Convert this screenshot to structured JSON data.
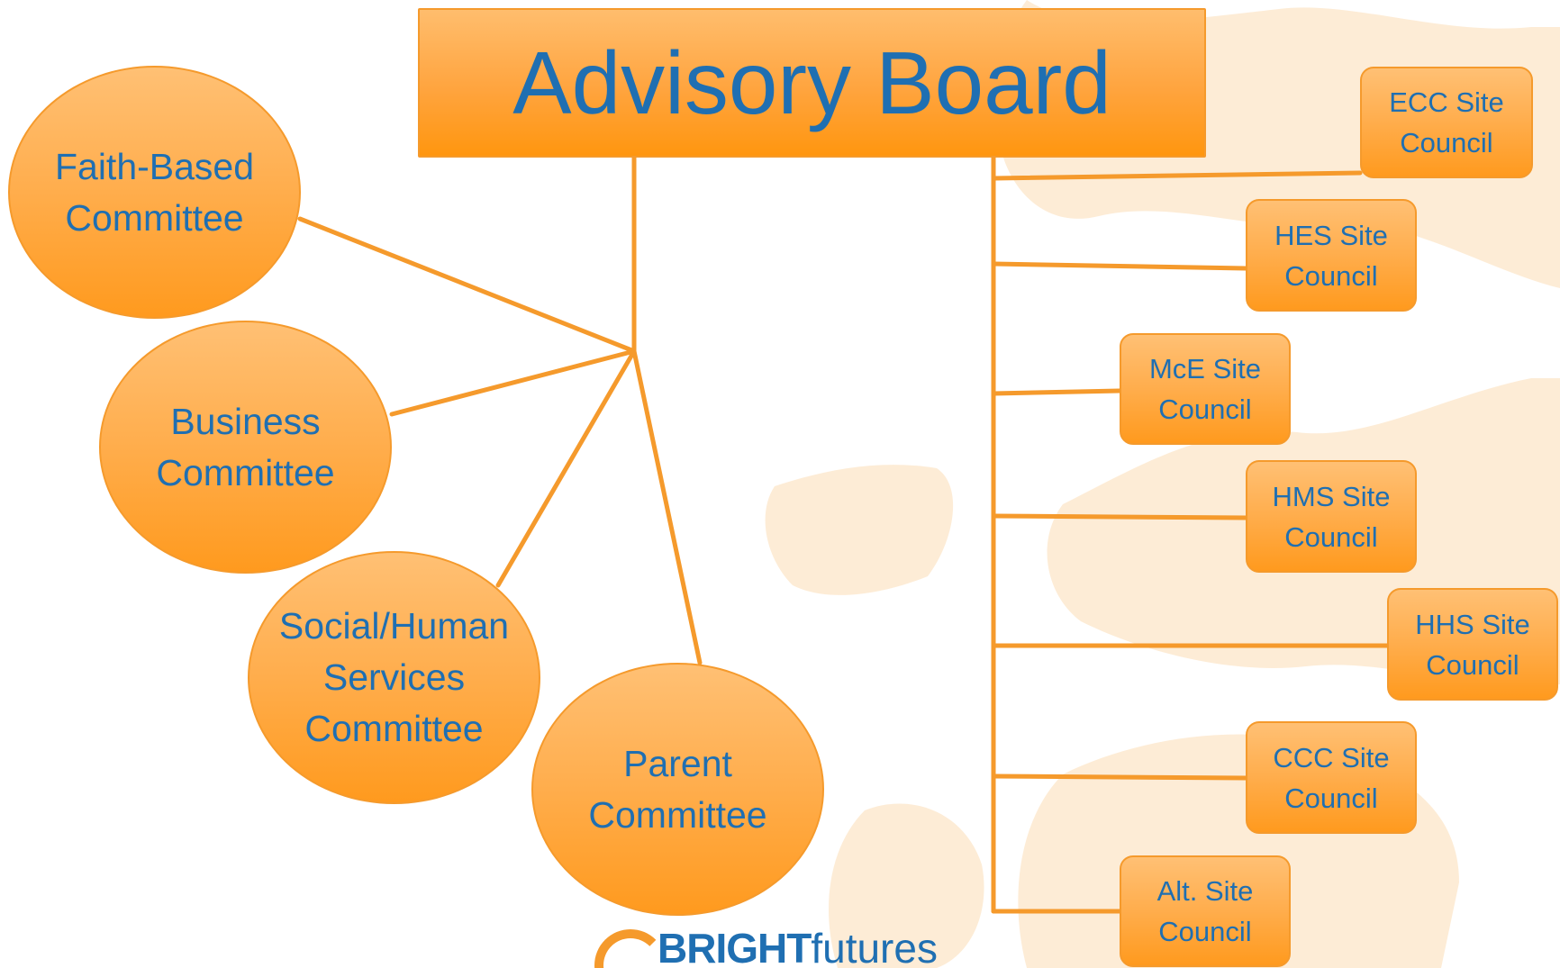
{
  "title": "Advisory Board",
  "colors": {
    "accent": "#f59a2c",
    "node_fill_top": "#ffc074",
    "node_fill_bottom": "#ff9a1e",
    "text": "#1f6fb2",
    "watermark": "#fde9cf"
  },
  "committees": [
    {
      "label": "Faith-Based\nCommittee"
    },
    {
      "label": "Business\nCommittee"
    },
    {
      "label": "Social/Human\nServices\nCommittee"
    },
    {
      "label": "Parent\nCommittee"
    }
  ],
  "site_councils": [
    {
      "label": "ECC Site\nCouncil"
    },
    {
      "label": "HES Site\nCouncil"
    },
    {
      "label": "McE Site\nCouncil"
    },
    {
      "label": "HMS Site\nCouncil"
    },
    {
      "label": "HHS Site\nCouncil"
    },
    {
      "label": "CCC Site\nCouncil"
    },
    {
      "label": "Alt. Site\nCouncil"
    }
  ],
  "logo": {
    "bold": "BRIGHT",
    "rest": "futures"
  }
}
